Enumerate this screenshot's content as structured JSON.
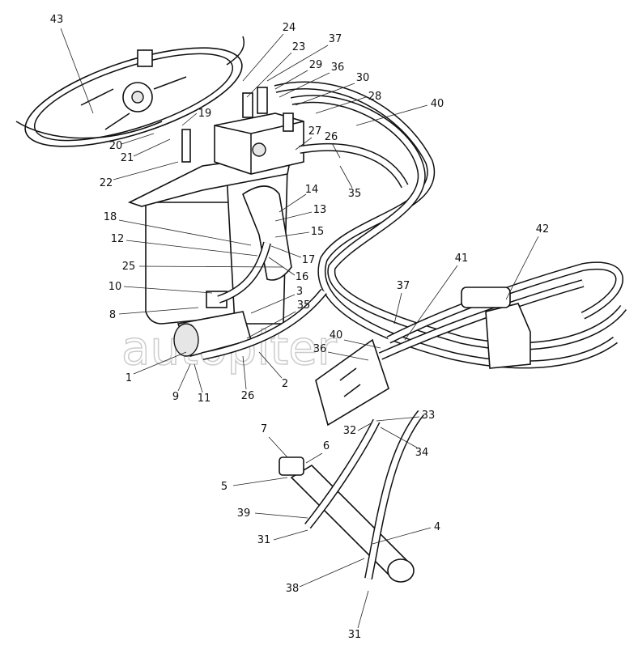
{
  "watermark": "autopiter",
  "labels": [
    "43",
    "24",
    "23",
    "37",
    "29",
    "36",
    "30",
    "28",
    "40",
    "19",
    "20",
    "21",
    "22",
    "27",
    "26",
    "35",
    "14",
    "13",
    "18",
    "15",
    "12",
    "17",
    "25",
    "16",
    "10",
    "3",
    "35",
    "8",
    "37",
    "41",
    "42",
    "40",
    "36",
    "1",
    "9",
    "11",
    "26",
    "2",
    "33",
    "32",
    "34",
    "7",
    "6",
    "5",
    "39",
    "31",
    "4",
    "38",
    "31"
  ]
}
